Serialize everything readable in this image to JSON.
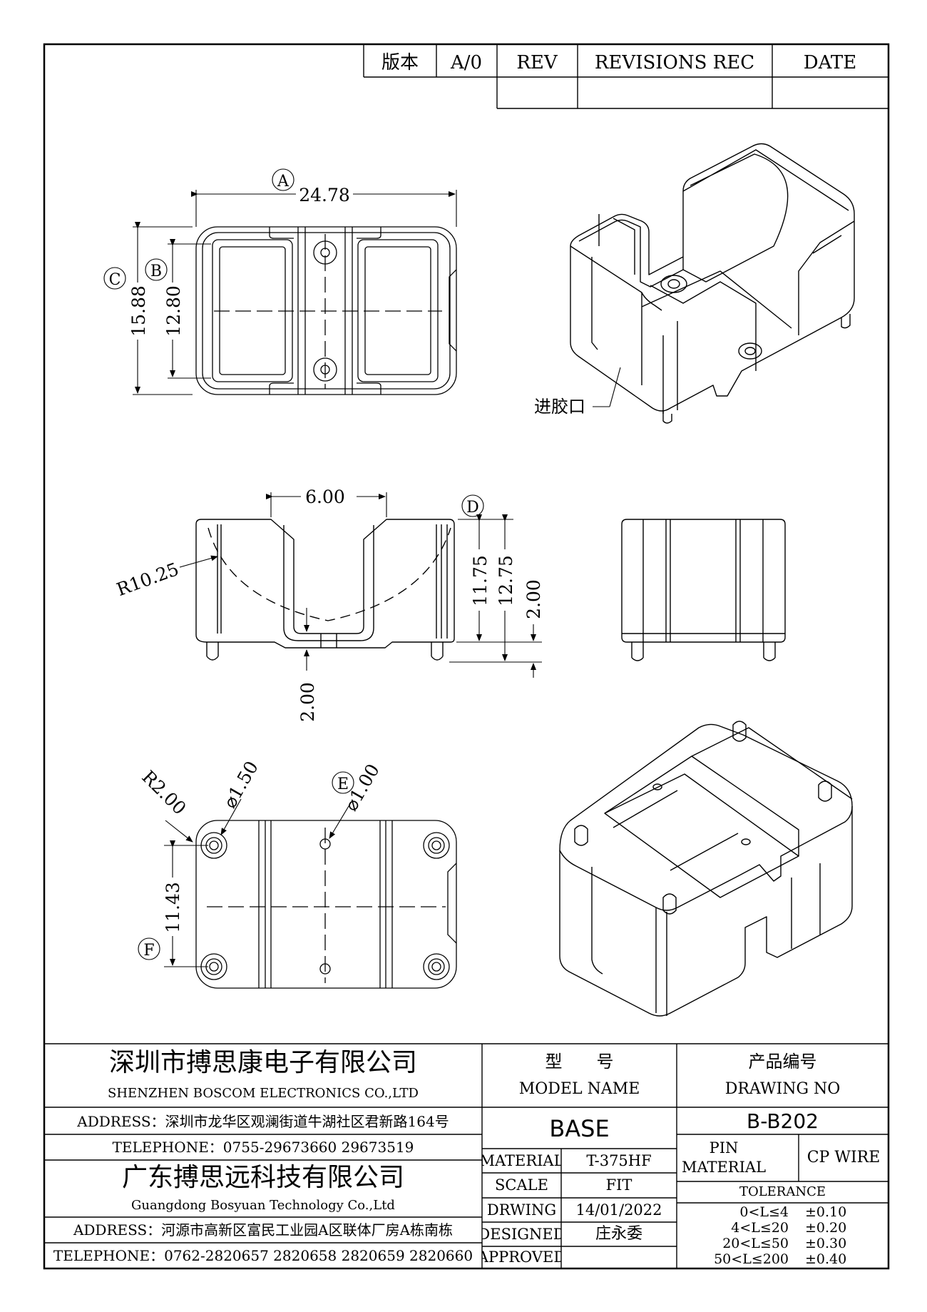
{
  "revision_block": {
    "version_label": "版本",
    "version_value": "A/0",
    "rev_label": "REV",
    "revisions_label": "REVISIONS REC",
    "date_label": "DATE"
  },
  "top_view": {
    "dim_a_marker": "A",
    "dim_a_value": "24.78",
    "dim_b_marker": "B",
    "dim_b_value": "12.80",
    "dim_c_marker": "C",
    "dim_c_value": "15.88"
  },
  "iso_top": {
    "gate_label": "进胶口"
  },
  "front_view": {
    "slot_width": "6.00",
    "radius": "R10.25",
    "dim_d_marker": "D",
    "height_inner": "11.75",
    "height_total": "12.75",
    "pin_length": "2.00",
    "base_thickness": "2.00"
  },
  "bottom_view": {
    "corner_radius": "R2.00",
    "pin_hole_dia": "⌀1.50",
    "dim_e_marker": "E",
    "hole_dia": "⌀1.00",
    "dim_f_marker": "F",
    "pin_pitch": "11.43"
  },
  "title_block": {
    "company1_cn": "深圳市搏思康电子有限公司",
    "company1_en": "SHENZHEN BOSCOM ELECTRONICS CO.,LTD",
    "address1": "ADDRESS：深圳市龙华区观澜街道牛湖社区君新路164号",
    "telephone1": "TELEPHONE：0755-29673660 29673519",
    "company2_cn": "广东搏思远科技有限公司",
    "company2_en": "Guangdong Bosyuan Technology Co.,Ltd",
    "address2": "ADDRESS：河源市高新区富民工业园A区联体厂房A栋南栋",
    "telephone2": "TELEPHONE：0762-2820657 2820658 2820659 2820660",
    "model_label_cn": "型　　号",
    "model_label_en": "MODEL NAME",
    "model_value": "BASE",
    "drawing_label_cn": "产品编号",
    "drawing_label_en": "DRAWING NO",
    "drawing_value": "B-B202",
    "material_label": "MATERIAL",
    "material_value": "T-375HF",
    "pin_material_label": "PIN MATERIAL",
    "pin_material_value": "CP WIRE",
    "scale_label": "SCALE",
    "scale_value": "FIT",
    "drawing_date_label": "DRWING",
    "drawing_date_value": "14/01/2022",
    "designed_label": "DESIGNED",
    "designed_value": "庄永委",
    "approved_label": "APPROVED",
    "approved_value": "",
    "tolerance_label": "TOLERANCE",
    "tolerance_rows": [
      {
        "range": "0<L≤4",
        "value": "±0.10"
      },
      {
        "range": "4<L≤20",
        "value": "±0.20"
      },
      {
        "range": "20<L≤50",
        "value": "±0.30"
      },
      {
        "range": "50<L≤200",
        "value": "±0.40"
      }
    ]
  }
}
